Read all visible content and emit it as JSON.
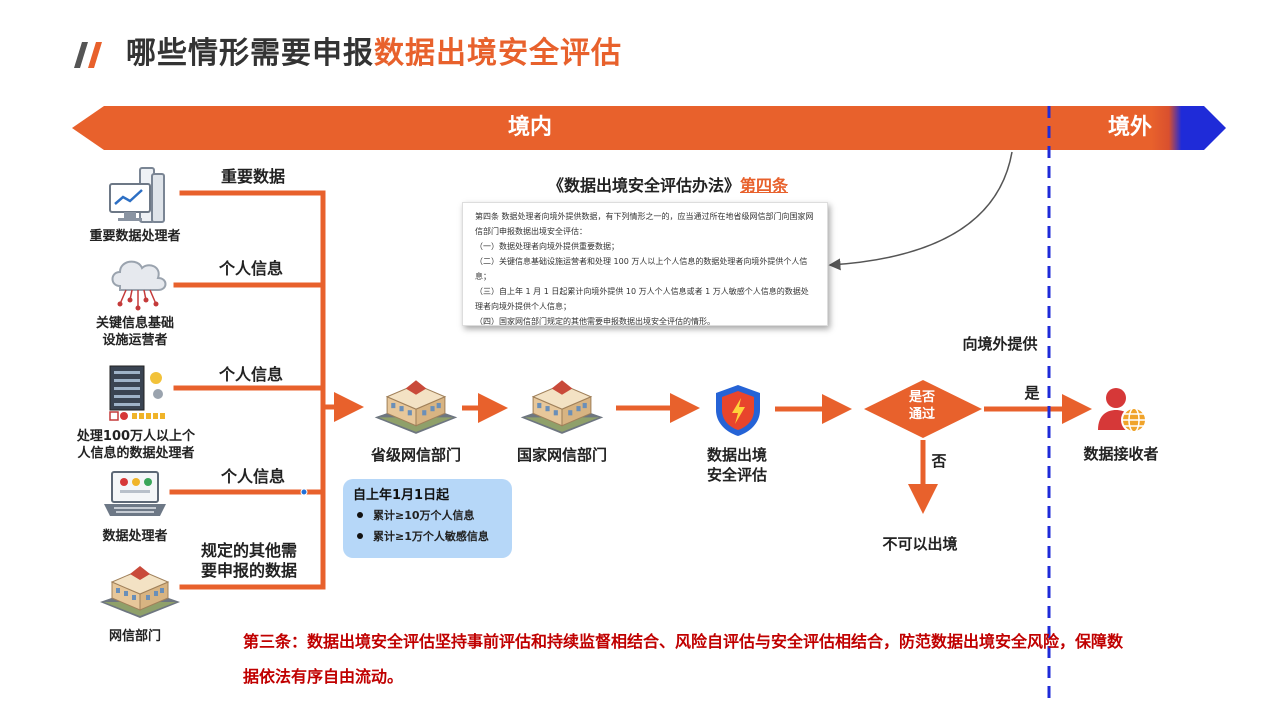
{
  "title": {
    "prefix": "哪些情形需要申报",
    "highlight": "数据出境安全评估"
  },
  "banner": {
    "domestic": "境内",
    "abroad": "境外"
  },
  "sources": [
    {
      "label": "重要数据处理者",
      "icon": "server-chart-icon"
    },
    {
      "label": "关键信息基础设施运营者",
      "icon": "cloud-network-icon"
    },
    {
      "label": "处理100万人以上个人信息的数据处理者",
      "icon": "server-rack-icon"
    },
    {
      "label": "数据处理者",
      "icon": "laptop-icon"
    },
    {
      "label": "网信部门",
      "icon": "government-building-icon"
    }
  ],
  "line_labels": [
    "重要数据",
    "个人信息",
    "个人信息",
    "个人信息",
    "规定的其他需要申报的数据"
  ],
  "regulation": {
    "title": "《数据出境安全评估办法》",
    "article": "第四条",
    "text_intro": "第四条 数据处理者向境外提供数据，有下列情形之一的，应当通过所在地省级网信部门向国家网信部门申报数据出境安全评估：",
    "item1": "（一）数据处理者向境外提供重要数据；",
    "item2": "（二）关键信息基础设施运营者和处理 100 万人以上个人信息的数据处理者向境外提供个人信息；",
    "item3": "（三）自上年 1 月 1 日起累计向境外提供 10 万人个人信息或者 1 万人敏感个人信息的数据处理者向境外提供个人信息；",
    "item4": "（四）国家网信部门规定的其他需要申报数据出境安全评估的情形。"
  },
  "callout": {
    "title": "自上年1月1日起",
    "items": [
      "累计≥10万个人信息",
      "累计≥1万个人敏感信息"
    ]
  },
  "flow": {
    "provincial": "省级网信部门",
    "national": "国家网信部门",
    "assessment_line1": "数据出境",
    "assessment_line2": "安全评估",
    "decision_line1": "是否",
    "decision_line2": "通过",
    "yes": "是",
    "no": "否",
    "provide_abroad": "向境外提供",
    "deny": "不可以出境",
    "receiver": "数据接收者"
  },
  "note": "第三条：数据出境安全评估坚持事前评估和持续监督相结合、风险自评估与安全评估相结合，防范数据出境安全风险，保障数据依法有序自由流动。",
  "colors": {
    "accent": "#e8612c",
    "abroad": "#1f2bd8",
    "note": "#c00000",
    "callout": "#b6d7f8"
  }
}
